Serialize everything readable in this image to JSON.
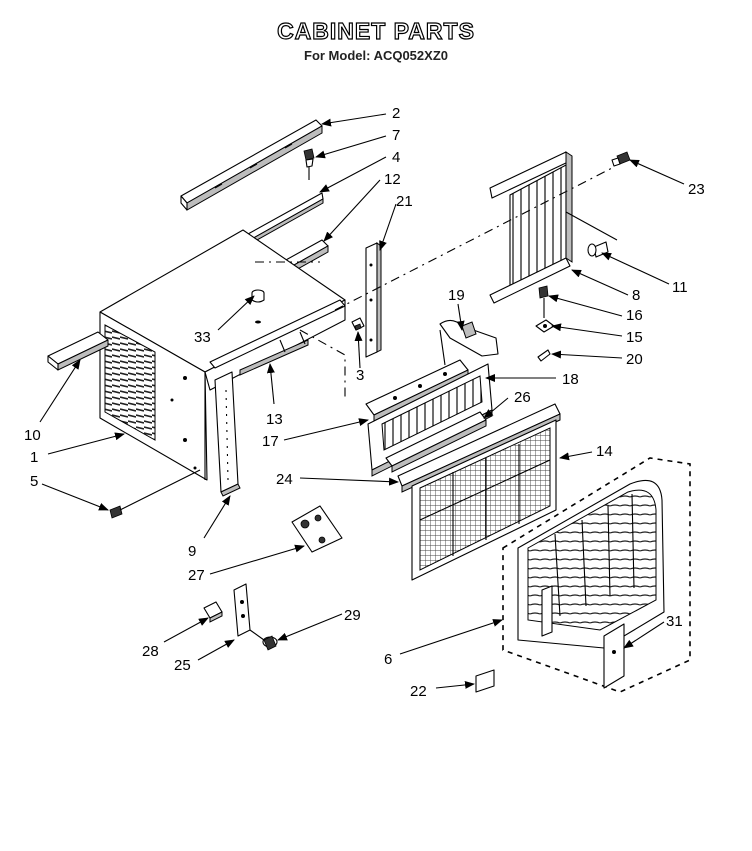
{
  "title": "CABINET PARTS",
  "subtitle": "For Model: ACQ052XZ0",
  "callouts": [
    "2",
    "7",
    "4",
    "12",
    "21",
    "23",
    "11",
    "8",
    "19",
    "16",
    "15",
    "20",
    "33",
    "10",
    "1",
    "3",
    "13",
    "17",
    "18",
    "26",
    "14",
    "5",
    "24",
    "9",
    "27",
    "29",
    "28",
    "25",
    "6",
    "31",
    "22"
  ]
}
